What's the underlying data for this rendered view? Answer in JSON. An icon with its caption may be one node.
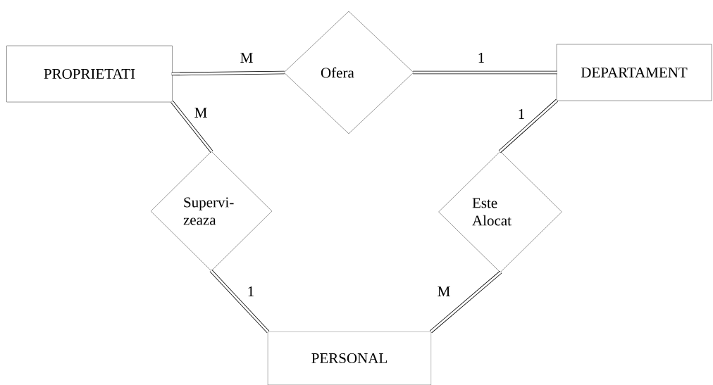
{
  "diagram": {
    "nodes": [
      {
        "text": [
          "PROPRIETATI"
        ]
      },
      {
        "text": [
          "Ofera"
        ]
      },
      {
        "text": [
          "DEPARTAMENT"
        ]
      },
      {
        "text": [
          "Supervi- zeaza"
        ]
      },
      {
        "text": [
          "Este Alocat"
        ]
      },
      {
        "text": [
          "PERSONAL"
        ]
      }
    ],
    "edges": [
      {
        "from": 0,
        "to": 1,
        "arrow": "none",
        "label": "M"
      },
      {
        "from": 1,
        "to": 2,
        "arrow": "none",
        "label": "1"
      },
      {
        "from": 0,
        "to": 3,
        "arrow": "none",
        "label": "M"
      },
      {
        "from": 2,
        "to": 4,
        "arrow": "none",
        "label": "1"
      },
      {
        "from": 3,
        "to": 5,
        "arrow": "none",
        "label": "1"
      },
      {
        "from": 4,
        "to": 5,
        "arrow": "none",
        "label": "M"
      }
    ]
  }
}
